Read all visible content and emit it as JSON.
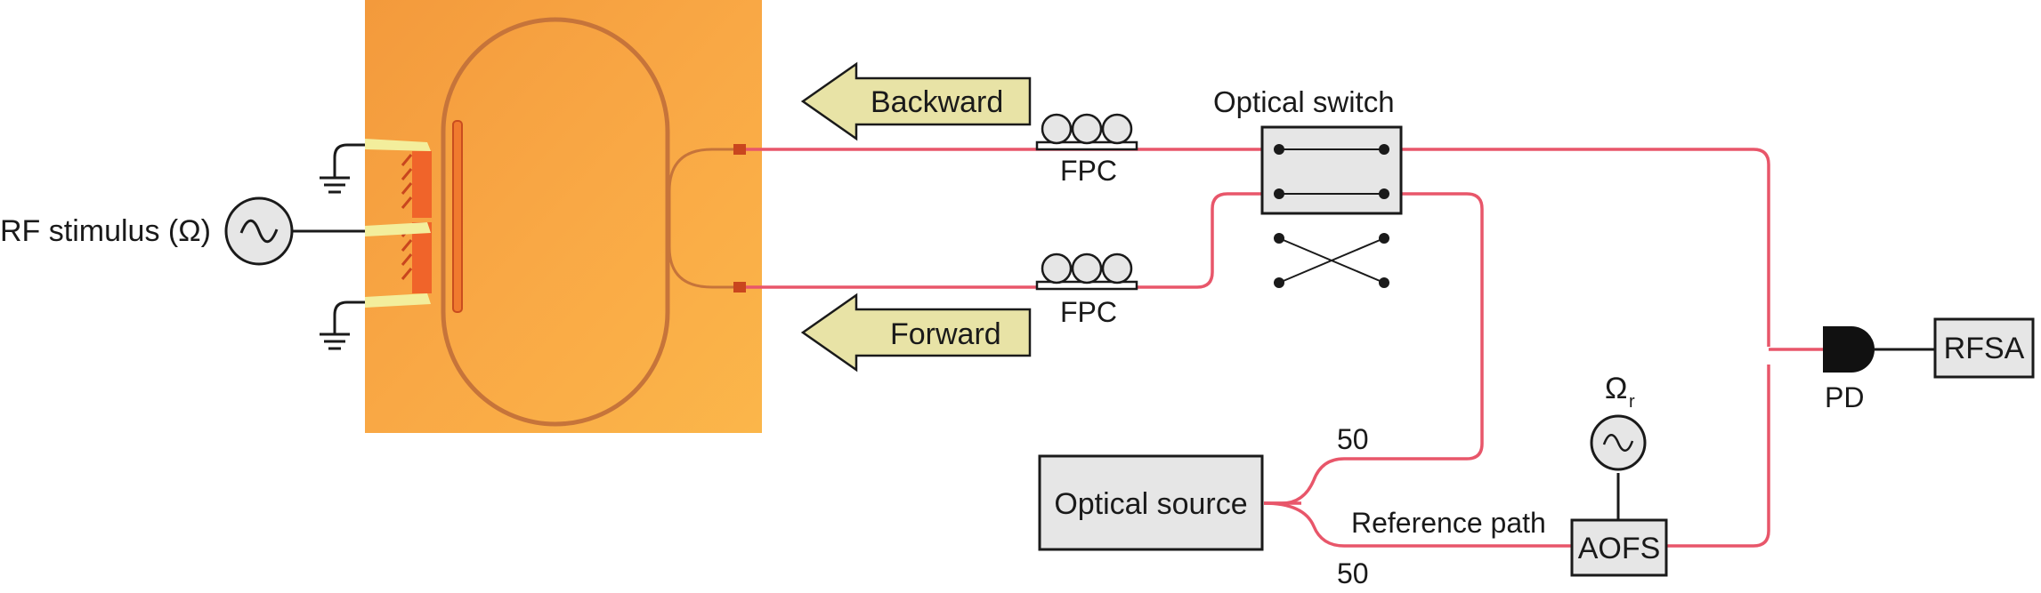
{
  "labels": {
    "rf_stimulus": "RF stimulus (Ω)",
    "backward": "Backward",
    "forward": "Forward",
    "fpc_top": "FPC",
    "fpc_bottom": "FPC",
    "optical_switch": "Optical switch",
    "optical_source": "Optical source",
    "split_top": "50",
    "split_bottom": "50",
    "reference_path": "Reference path",
    "aofs": "AOFS",
    "omega_r": "Ω",
    "omega_r_sub": "r",
    "pd": "PD",
    "rfsa": "RFSA"
  },
  "colors": {
    "fiber": "#e8566a",
    "chip_light": "#fbb347",
    "chip_dark": "#f28f3b",
    "arrow_fill": "#e8e3a6",
    "box_fill": "#e6e6e6",
    "ink": "#1a1a1a"
  }
}
